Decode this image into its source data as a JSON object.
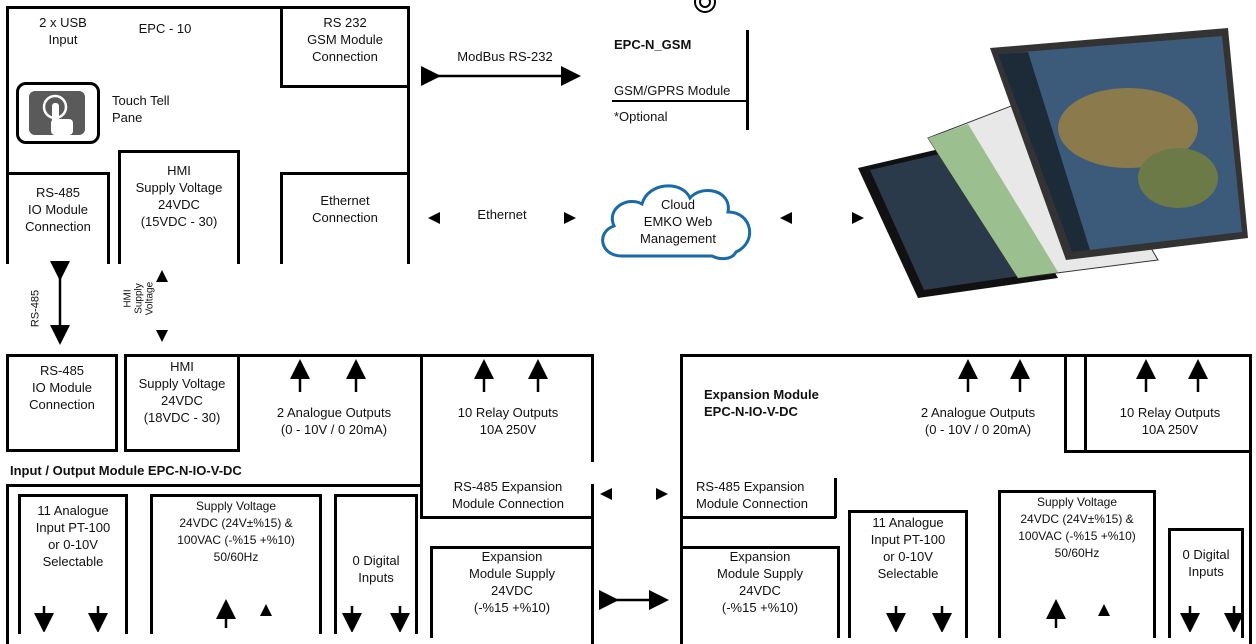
{
  "top_controller": {
    "usb_label": "2 x USB\nInput",
    "model_label": "EPC - 10",
    "rs232_label": "RS 232\nGSM Module\nConnection",
    "touch_label": "Touch Tell\nPane",
    "rs485_label": "RS-485\nIO Module\nConnection",
    "hmi_supply_label": "HMI\nSupply Voltage\n24VDC\n(15VDC - 30)",
    "ethernet_conn_label": "Ethernet\nConnection"
  },
  "gsm": {
    "modbus_label": "ModBus RS-232",
    "title": "EPC-N_GSM",
    "module_label": "GSM/GPRS Module",
    "optional_label": "*Optional"
  },
  "cloud": {
    "ethernet_label": "Ethernet",
    "cloud_label": "Cloud\nEMKO Web\nManagement"
  },
  "vertical_labels": {
    "rs485": "RS-485",
    "supply": "HMI\nSupply\nVoltage"
  },
  "io_module": {
    "rs485_label": "RS-485\nIO Module\nConnection",
    "supply_label": "HMI\nSupply Voltage\n24VDC\n(18VDC - 30)",
    "analog_out_label": "2 Analogue Outputs\n(0 - 10V / 0 20mA)",
    "relay_out_label": "10 Relay Outputs\n10A 250V",
    "title": "Input / Output Module EPC-N-IO-V-DC",
    "analog_in_label": "11 Analogue\nInput PT-100\nor 0-10V\nSelectable",
    "supply_voltage_label": "Supply Voltage\n24VDC (24V±%15) &\n100VAC (-%15 +%10)\n50/60Hz",
    "digital_in_label": "0 Digital\nInputs",
    "exp_conn_label": "RS-485 Expansion\nModule Connection",
    "exp_supply_label": "Expansion\nModule Supply\n24VDC\n(-%15 +%10)"
  },
  "expansion_module": {
    "title": "Expansion Module\nEPC-N-IO-V-DC",
    "analog_out_label": "2 Analogue Outputs\n(0 - 10V / 0 20mA)",
    "relay_out_label": "10 Relay Outputs\n10A 250V",
    "exp_conn_label": "RS-485 Expansion\nModule Connection",
    "exp_supply_label": "Expansion\nModule Supply\n24VDC\n(-%15 +%10)",
    "analog_in_label": "11 Analogue\nInput PT-100\nor 0-10V\nSelectable",
    "supply_voltage_label": "Supply Voltage\n24VDC (24V±%15) &\n100VAC (-%15 +%10)\n50/60Hz",
    "digital_in_label": "0 Digital\nInputs"
  }
}
